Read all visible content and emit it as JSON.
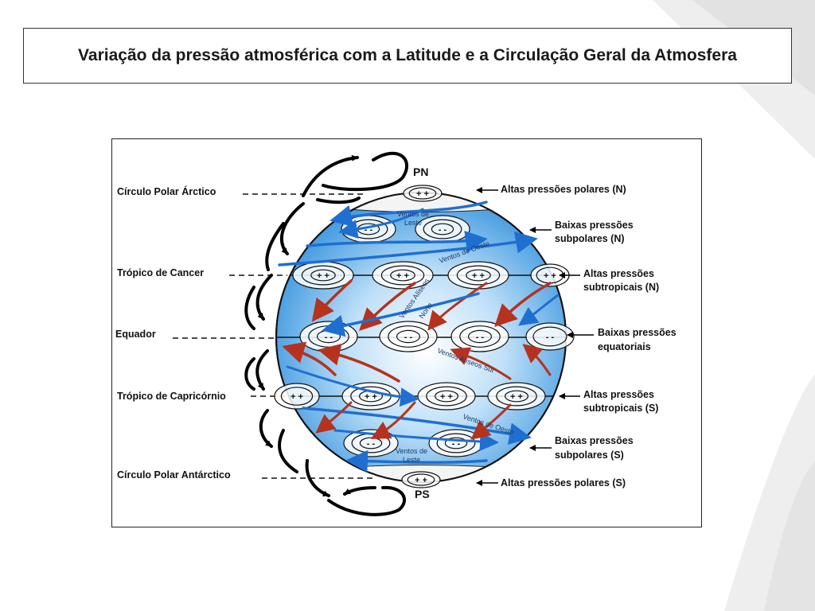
{
  "title": "Variação da pressão atmosférica com a Latitude e a Circulação Geral da Atmosfera",
  "poles": {
    "north": "PN",
    "south": "PS"
  },
  "left_labels": {
    "arctic": "Círculo Polar Árctico",
    "cancer": "Trópico de Cancer",
    "equator": "Equador",
    "capricorn": "Trópico de Capricórnio",
    "antarctic": "Círculo Polar Antárctico"
  },
  "right_labels": {
    "polar_high_n": "Altas pressões polares (N)",
    "subpolar_low_n_1": "Baixas pressões",
    "subpolar_low_n_2": "subpolares (N)",
    "subtropical_high_n_1": "Altas pressões",
    "subtropical_high_n_2": "subtropicais (N)",
    "equatorial_low_1": "Baixas pressões",
    "equatorial_low_2": "equatoriais",
    "subtropical_high_s_1": "Altas pressões",
    "subtropical_high_s_2": "subtropicais (S)",
    "subpolar_low_s_1": "Baixas pressões",
    "subpolar_low_s_2": "subpolares (S)",
    "polar_high_s": "Altas pressões polares (S)"
  },
  "wind_labels": {
    "easterlies_n_1": "Ventos de",
    "easterlies_n_2": "Leste",
    "westerlies_n": "Ventos de Oeste",
    "trade_n_1": "Ventos Alíseos",
    "trade_n_2": "Norte",
    "trade_s": "Ventos Alíseos Sul",
    "westerlies_s": "Ventos de Oeste",
    "easterlies_s_1": "Ventos de",
    "easterlies_s_2": "Leste"
  },
  "symbols": {
    "high": "+ +",
    "low": "- -"
  },
  "colors": {
    "ocean_light": "#ffffff",
    "ocean_dark": "#2f8fdc",
    "polar_cap": "#f4f4f4",
    "arrow_blue": "#1f6fd0",
    "arrow_red": "#b5321e",
    "cell_arrow": "#000000"
  }
}
